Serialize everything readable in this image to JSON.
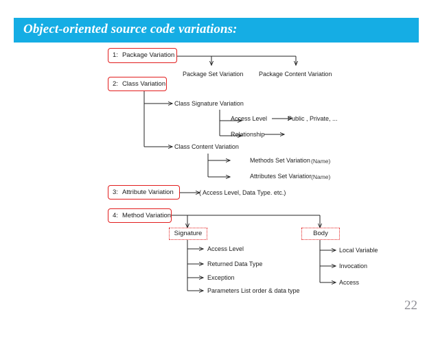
{
  "slide": {
    "title": "Object-oriented source code variations:",
    "page_number": "22",
    "accent_color": "#15ADE4",
    "box_border_color": "#E21B1B"
  },
  "nodes": {
    "package_variation": {
      "num": "1:",
      "label": "Package Variation"
    },
    "class_variation": {
      "num": "2:",
      "label": "Class Variation"
    },
    "attribute_variation": {
      "num": "3:",
      "label": "Attribute Variation"
    },
    "method_variation": {
      "num": "4:",
      "label": "Method Variation"
    },
    "signature": {
      "label": "Signature"
    },
    "body": {
      "label": "Body"
    }
  },
  "labels": {
    "package_set_variation": "Package Set Variation",
    "package_content_variation": "Package Content Variation",
    "class_signature_variation": "Class Signature Variation",
    "class_content_variation": "Class Content Variation",
    "access_level": "Access Level",
    "access_level_values": "Public , Private, ...",
    "relationship": "Relationship",
    "methods_set_variation": "Methods Set Variation",
    "methods_set_name": "(Name)",
    "attributes_set_variation": "Attributes Set Variatior",
    "attributes_set_name": "(Name)",
    "attribute_variation_note": "( Access Level, Data Type. etc.)",
    "sig_access_level": "Access Level",
    "sig_returned_data_type": "Returned Data Type",
    "sig_exception": "Exception",
    "sig_parameters": "Parameters List order & data type",
    "body_local_variable": "Local Variable",
    "body_invocation": "Invocation",
    "body_access": "Access"
  }
}
